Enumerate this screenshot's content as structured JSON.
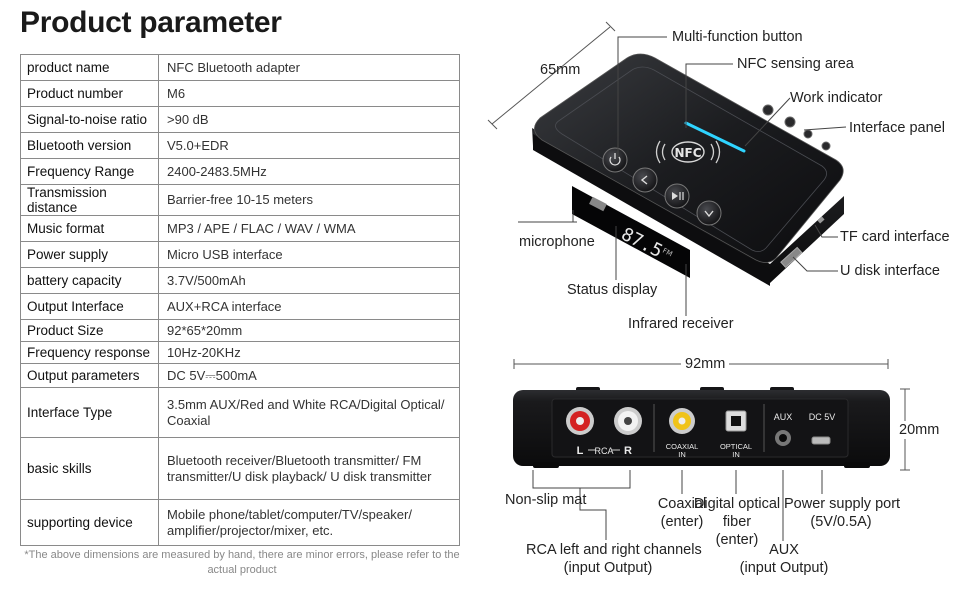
{
  "title": "Product parameter",
  "params": [
    {
      "key": "product name",
      "value": "NFC Bluetooth adapter"
    },
    {
      "key": "Product number",
      "value": "M6"
    },
    {
      "key": "Signal-to-noise ratio",
      "value": ">90 dB"
    },
    {
      "key": "Bluetooth version",
      "value": "V5.0+EDR"
    },
    {
      "key": "Frequency Range",
      "value": "2400-2483.5MHz"
    },
    {
      "key": "Transmission distance",
      "value": "Barrier-free 10-15 meters"
    },
    {
      "key": "Music format",
      "value": "MP3 / APE / FLAC / WAV / WMA"
    },
    {
      "key": "Power supply",
      "value": "Micro USB interface"
    },
    {
      "key": "battery capacity",
      "value": "3.7V/500mAh"
    },
    {
      "key": "Output Interface",
      "value": "AUX+RCA interface"
    },
    {
      "key": "Product Size",
      "value": "92*65*20mm"
    },
    {
      "key": "Frequency response",
      "value": "10Hz-20KHz"
    },
    {
      "key": "Output parameters",
      "value": "DC  5V⎓500mA"
    },
    {
      "key": "Interface Type",
      "value": "3.5mm AUX/Red and White RCA/Digital Optical/ Coaxial"
    },
    {
      "key": "basic skills",
      "value": "Bluetooth receiver/Bluetooth transmitter/ FM transmitter/U disk playback/ U disk transmitter"
    },
    {
      "key": "supporting device",
      "value": "Mobile phone/tablet/computer/TV/speaker/ amplifier/projector/mixer, etc."
    }
  ],
  "footnote": "*The above dimensions are measured by hand, there are minor errors, please refer to the actual product",
  "top_device": {
    "dimension": "65mm",
    "callouts": {
      "multi_function": "Multi-function button",
      "nfc_area": "NFC sensing area",
      "work_indicator": "Work indicator",
      "interface_panel": "Interface panel",
      "microphone": "microphone",
      "tf_card": "TF card interface",
      "u_disk": "U disk interface",
      "status_display": "Status display",
      "infrared": "Infrared receiver"
    },
    "nfc_text": "NFC",
    "display_text": "87.5",
    "display_unit": "FM"
  },
  "bottom_device": {
    "width_dim": "92mm",
    "height_dim": "20mm",
    "port_labels": {
      "l": "L",
      "rca": "RCA",
      "r": "R",
      "coaxial": "COAXIAL",
      "coaxial_in": "IN",
      "optical": "OPTICAL",
      "optical_in": "IN",
      "aux": "AUX",
      "dc": "DC 5V"
    },
    "callouts": {
      "non_slip": "Non-slip mat",
      "coaxial_1": "Coaxial",
      "coaxial_2": "(enter)",
      "optical_1": "Digital optical",
      "optical_2": "fiber",
      "optical_3": "(enter)",
      "power_1": "Power supply port",
      "power_2": "(5V/0.5A)",
      "rca_1": "RCA left and right channels",
      "rca_2": "(input Output)",
      "aux_1": "AUX",
      "aux_2": "(input Output)"
    }
  }
}
